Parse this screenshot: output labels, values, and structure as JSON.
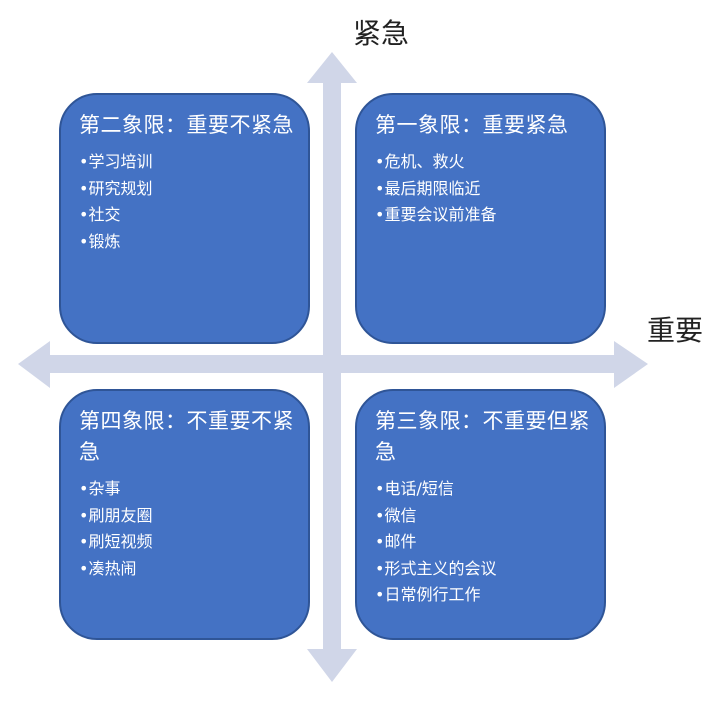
{
  "axis_labels": {
    "vertical": "紧急",
    "horizontal": "重要"
  },
  "colors": {
    "quadrant_fill": "#4472c4",
    "quadrant_border": "#2f5597",
    "axis_arrow": "#d0d6e8"
  },
  "quadrants": {
    "q1": {
      "title": "第一象限：重要紧急",
      "items": [
        "•危机、救火",
        "•最后期限临近",
        "•重要会议前准备"
      ]
    },
    "q2": {
      "title": "第二象限：重要不紧急",
      "items": [
        "•学习培训",
        "•研究规划",
        "•社交",
        "•锻炼"
      ]
    },
    "q3": {
      "title": "第三象限：不重要但紧急",
      "items": [
        "•电话/短信",
        "•微信",
        "•邮件",
        "•形式主义的会议",
        "•日常例行工作"
      ]
    },
    "q4": {
      "title": "第四象限：不重要不紧急",
      "items": [
        "•杂事",
        "•刷朋友圈",
        "•刷短视频",
        "•凑热闹"
      ]
    }
  }
}
